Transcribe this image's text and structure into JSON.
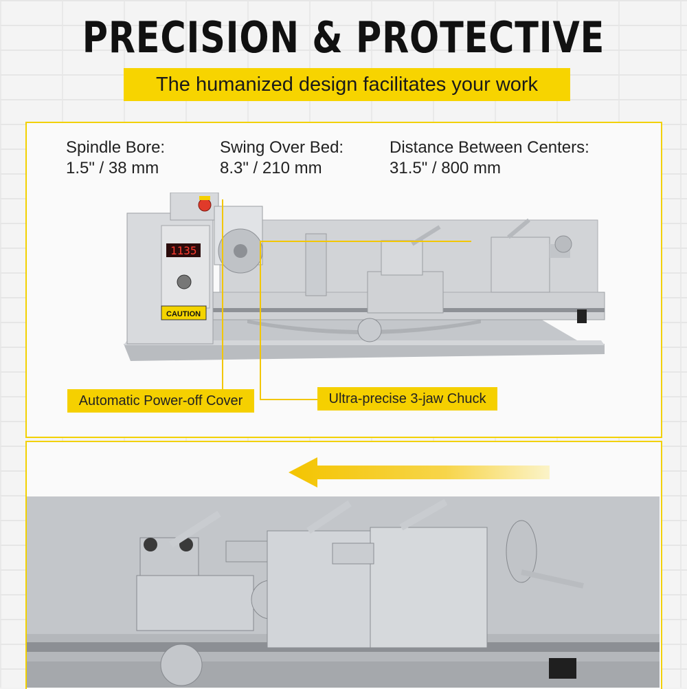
{
  "header": {
    "title": "PRECISION & PROTECTIVE",
    "subtitle": "The humanized design facilitates your work"
  },
  "specs": [
    {
      "label": "Spindle Bore:",
      "value": "1.5\" / 38 mm"
    },
    {
      "label": "Swing Over Bed:",
      "value": "8.3\" / 210 mm"
    },
    {
      "label": "Distance Between Centers:",
      "value": "31.5\" / 800 mm"
    }
  ],
  "callouts": {
    "power_off_cover": "Automatic Power-off Cover",
    "chuck": "Ultra-precise 3-jaw Chuck"
  },
  "machine": {
    "display": "1135",
    "caution": "CAUTION"
  },
  "colors": {
    "accent": "#f5d000",
    "machine": "#c9cbcf",
    "arrow": "#f4c400"
  }
}
